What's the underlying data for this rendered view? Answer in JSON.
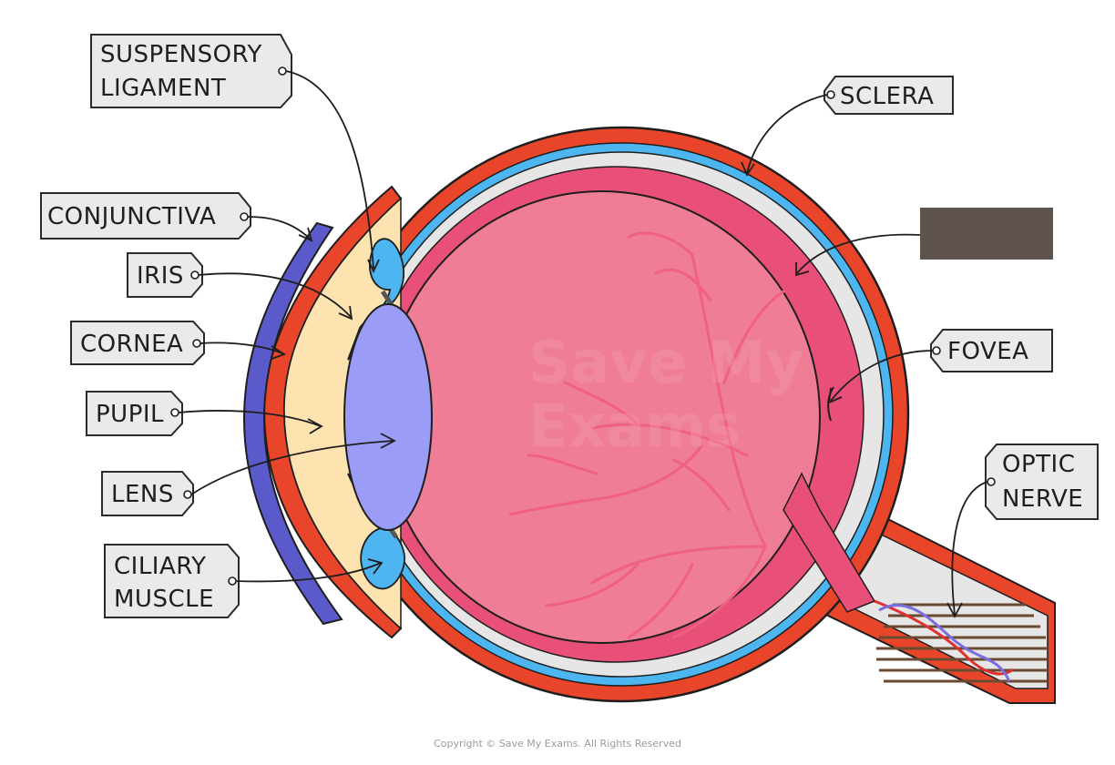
{
  "labels": {
    "suspensory_line1": "SUSPENSORY",
    "suspensory_line2": "LIGAMENT",
    "sclera": "SCLERA",
    "conjunctiva": "CONJUNCTIVA",
    "iris": "IRIS",
    "cornea": "CORNEA",
    "pupil": "PUPIL",
    "lens": "LENS",
    "ciliary_line1": "CILIARY",
    "ciliary_line2": "MUSCLE",
    "fovea": "FOVEA",
    "optic_line1": "OPTIC",
    "optic_line2": "NERVE"
  },
  "watermark": {
    "line1": "Save My",
    "line2": "Exams"
  },
  "copyright": "Copyright © Save My Exams. All Rights Reserved",
  "colors": {
    "sclera": "#e8452a",
    "choroid": "#4db5f0",
    "retina_band": "#e8507a",
    "vitreous": "#ef7d96",
    "aqueous": "#fde3b0",
    "lens": "#9b9cf5",
    "iris_ciliary": "#4db5f0",
    "conjunctiva": "#5a5acb",
    "label_bg": "#eaeaea",
    "redacted_box": "#5e534d"
  }
}
